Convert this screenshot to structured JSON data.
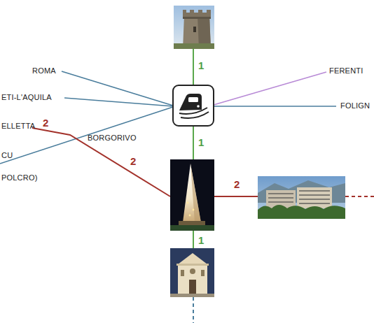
{
  "diagram": {
    "labels": [
      "1",
      "ROMA",
      "FERENTI",
      "ETI-L'AQUILA",
      "FOLIGN",
      "2",
      "ELLETTA",
      "BORGORIVO",
      "1",
      "CU",
      "2",
      "POLCRO)",
      "2",
      "1"
    ]
  }
}
